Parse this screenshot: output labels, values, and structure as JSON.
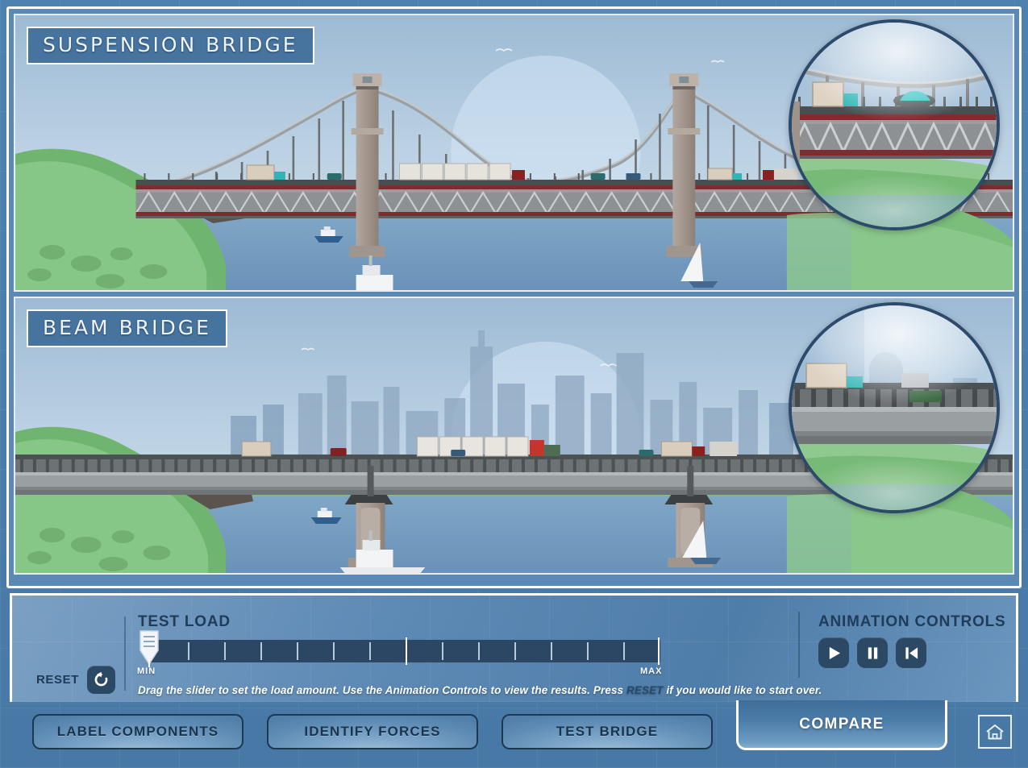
{
  "app": {
    "accent_blue": "#46749f",
    "panel_dark": "#2b4965",
    "frame_white": "#ffffff"
  },
  "scenes": [
    {
      "id": "suspension",
      "title": "SUSPENSION BRIDGE",
      "magnifier_name": "magnifier-suspension"
    },
    {
      "id": "beam",
      "title": "BEAM BRIDGE",
      "magnifier_name": "magnifier-beam"
    }
  ],
  "panel": {
    "reset": {
      "label": "RESET",
      "icon": "reset-arrow-icon"
    },
    "test_load": {
      "title": "TEST LOAD",
      "min_label": "MIN",
      "max_label": "MAX",
      "value": 0,
      "ticks": 14,
      "handle_name": "test-load-slider-handle"
    },
    "animation": {
      "title": "ANIMATION CONTROLS",
      "buttons": [
        {
          "name": "play-button",
          "icon": "play-icon"
        },
        {
          "name": "pause-button",
          "icon": "pause-icon"
        },
        {
          "name": "rewind-button",
          "icon": "rewind-to-start-icon"
        }
      ]
    },
    "instructions": {
      "part1": "Drag the slider to set the load amount. Use the Animation Controls to view the results.  Press ",
      "highlight": "RESET",
      "part2": " if you would like to start over."
    }
  },
  "tabs": [
    {
      "label": "LABEL COMPONENTS",
      "active": false
    },
    {
      "label": "IDENTIFY FORCES",
      "active": false
    },
    {
      "label": "TEST BRIDGE",
      "active": false
    },
    {
      "label": "COMPARE",
      "active": true
    }
  ],
  "home_button": {
    "name": "home-button",
    "icon": "house-icon"
  }
}
